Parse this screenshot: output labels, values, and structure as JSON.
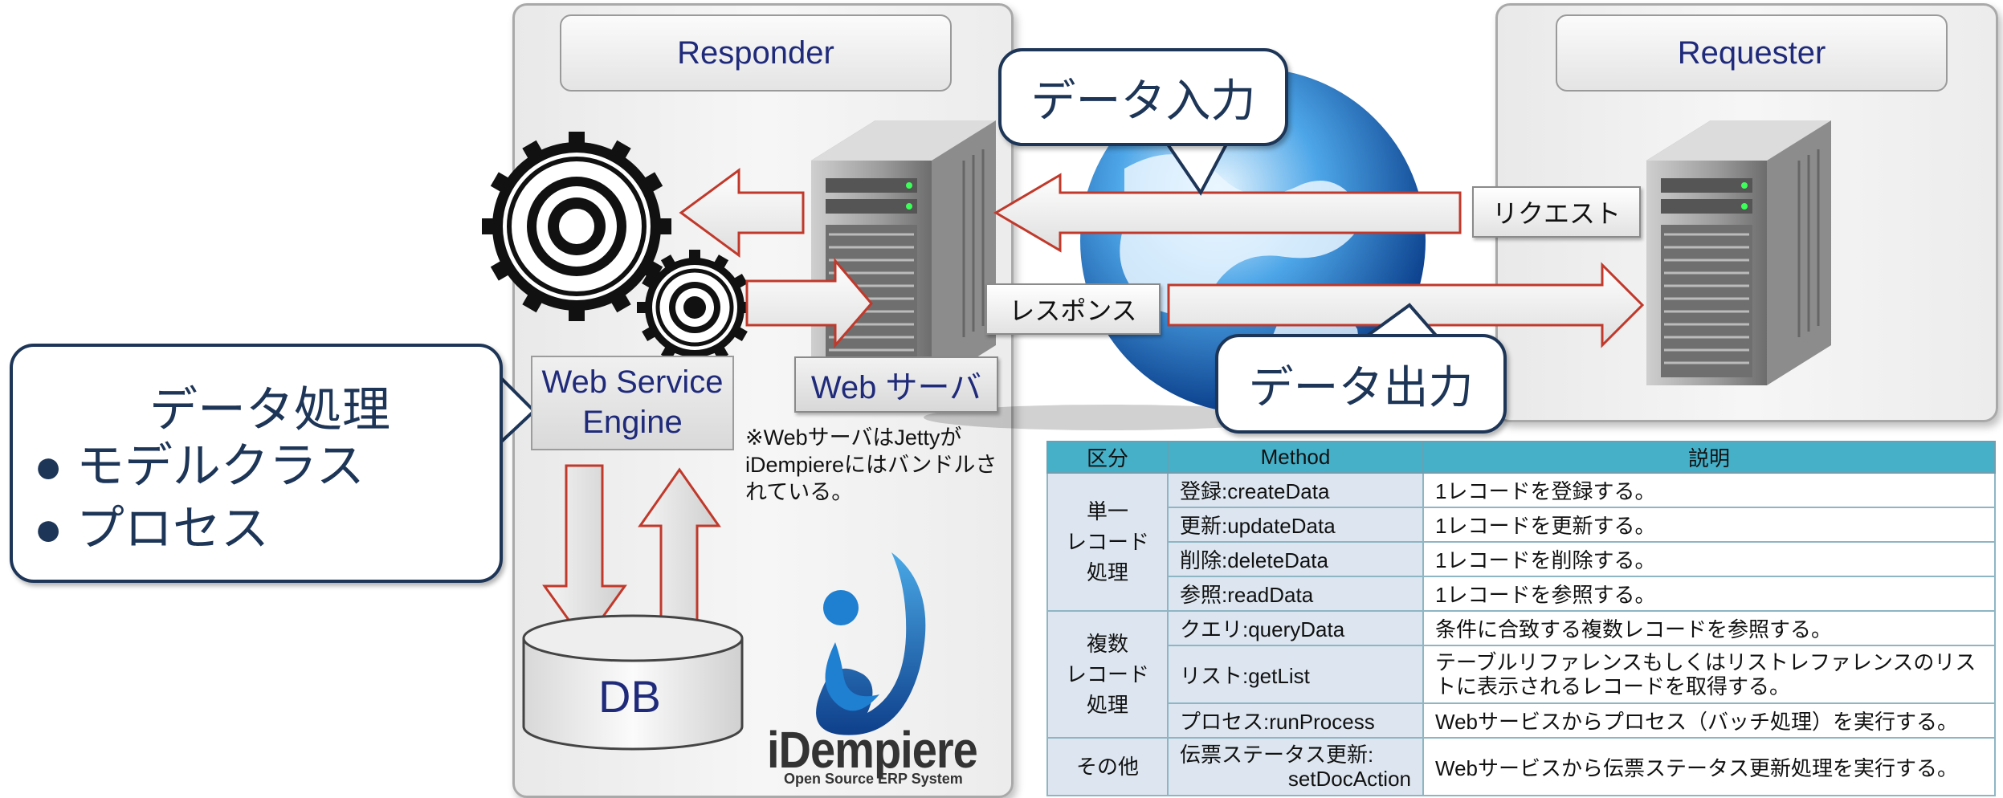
{
  "responder": {
    "title": "Responder"
  },
  "requester": {
    "title": "Requester"
  },
  "callouts": {
    "data_input": "データ入力",
    "data_output": "データ出力",
    "data_processing": {
      "title": "データ処理",
      "bullets": [
        "モデルクラス",
        "プロセス"
      ]
    }
  },
  "labels": {
    "request": "リクエスト",
    "response": "レスポンス",
    "web_server": "Web サーバ",
    "engine_line1": "Web Service",
    "engine_line2": "Engine",
    "db": "DB",
    "note": "※WebサーバはJettyがiDempiereにはバンドルされている。"
  },
  "logo": {
    "name": "iDempiere",
    "tagline": "Open Source ERP System"
  },
  "table": {
    "headers": [
      "区分",
      "Method",
      "説明"
    ],
    "groups": [
      {
        "name_lines": [
          "単一",
          "レコード",
          "処理"
        ],
        "rows": [
          {
            "method": "登録:createData",
            "desc": "1レコードを登録する。"
          },
          {
            "method": "更新:updateData",
            "desc": "1レコードを更新する。"
          },
          {
            "method": "削除:deleteData",
            "desc": "1レコードを削除する。"
          },
          {
            "method": "参照:readData",
            "desc": "1レコードを参照する。"
          }
        ]
      },
      {
        "name_lines": [
          "複数",
          "レコード",
          "処理"
        ],
        "rows": [
          {
            "method": "クエリ:queryData",
            "desc": "条件に合致する複数レコードを参照する。"
          },
          {
            "method": "リスト:getList",
            "desc": "テーブルリファレンスもしくはリストレファレンスのリストに表示されるレコードを取得する。"
          },
          {
            "method": "プロセス:runProcess",
            "desc": "Webサービスからプロセス（バッチ処理）を実行する。"
          }
        ]
      },
      {
        "name_lines": [
          "その他"
        ],
        "rows": [
          {
            "method_line1": "伝票ステータス更新:",
            "method_line2": "setDocAction",
            "desc": "Webサービスから伝票ステータス更新処理を実行する。"
          }
        ]
      }
    ]
  },
  "colors": {
    "navy": "#1d3557",
    "arrow_border": "#c0392b",
    "table_header": "#45b0c8",
    "table_cell": "#dde6f0"
  }
}
